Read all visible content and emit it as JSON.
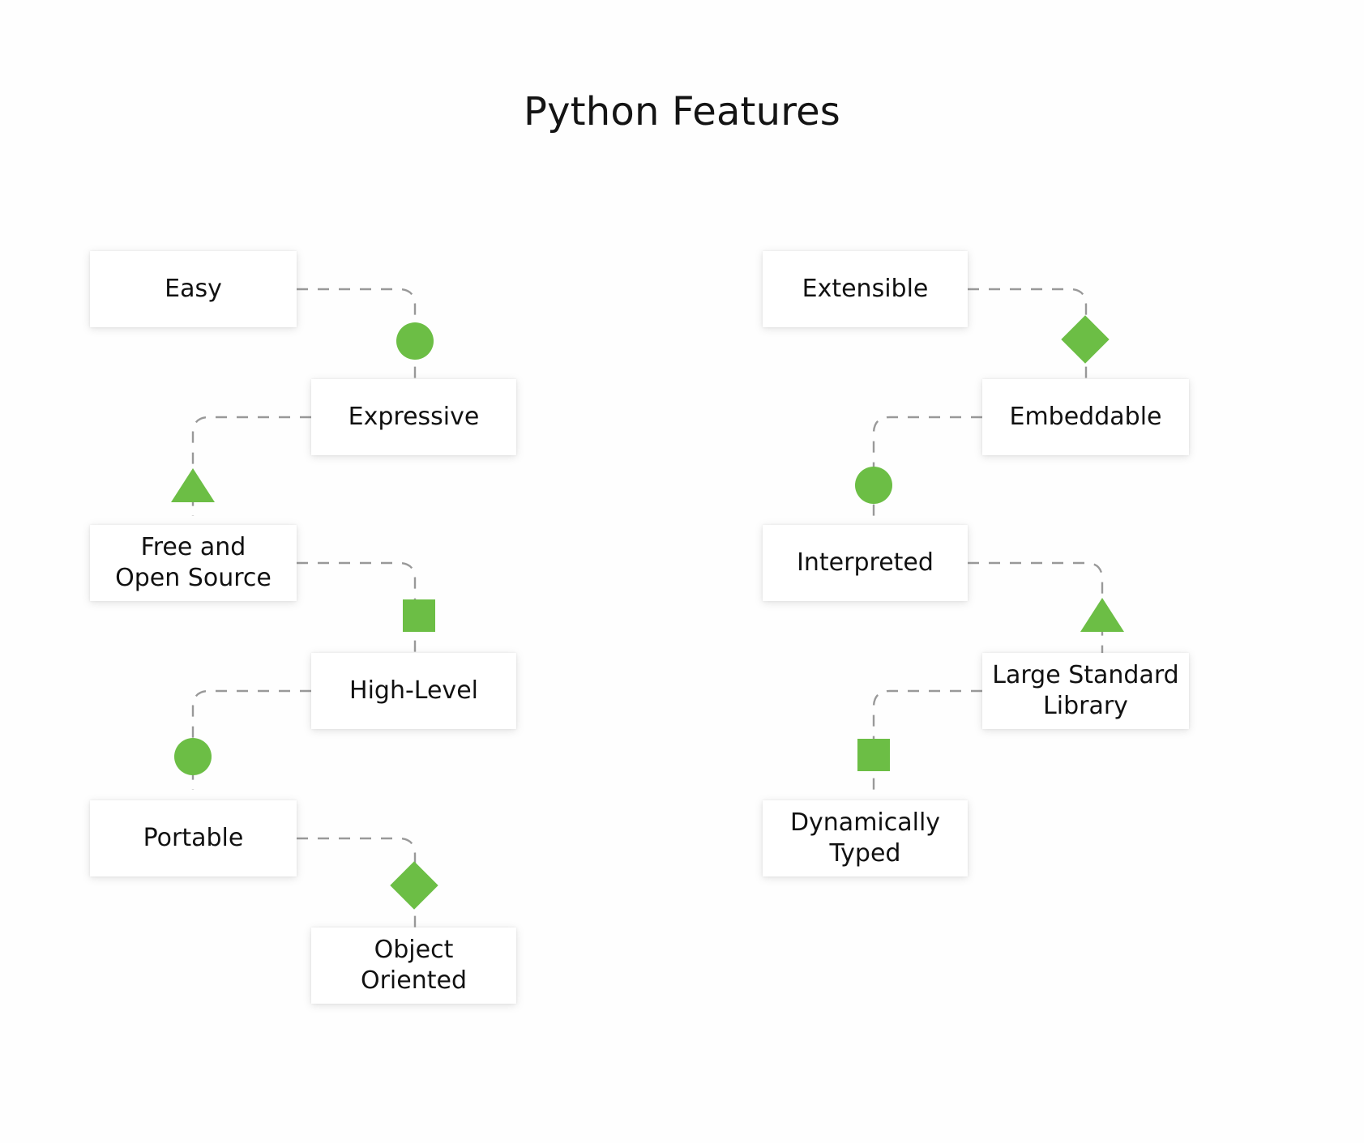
{
  "page": {
    "title": "Python Features",
    "background_color": "#fefefe",
    "accent_color": "#6cbe45",
    "connector_color": "#999999",
    "text_color": "#111111"
  },
  "diagram": {
    "type": "feature-map",
    "marker_shapes": [
      "circle",
      "triangle",
      "square",
      "diamond"
    ],
    "columns": [
      {
        "name": "left",
        "nodes": [
          {
            "id": "easy",
            "label": "Easy",
            "marker": "circle"
          },
          {
            "id": "expressive",
            "label": "Expressive",
            "marker": "triangle"
          },
          {
            "id": "free-and-open-source",
            "label": "Free and\nOpen Source",
            "marker": "square"
          },
          {
            "id": "high-level",
            "label": "High-Level",
            "marker": "circle"
          },
          {
            "id": "portable",
            "label": "Portable",
            "marker": "diamond"
          },
          {
            "id": "object-oriented",
            "label": "Object\nOriented",
            "marker": null
          }
        ]
      },
      {
        "name": "right",
        "nodes": [
          {
            "id": "extensible",
            "label": "Extensible",
            "marker": "diamond"
          },
          {
            "id": "embeddable",
            "label": "Embeddable",
            "marker": "circle"
          },
          {
            "id": "interpreted",
            "label": "Interpreted",
            "marker": "triangle"
          },
          {
            "id": "large-standard-library",
            "label": "Large Standard\nLibrary",
            "marker": "square"
          },
          {
            "id": "dynamically-typed",
            "label": "Dynamically\nTyped",
            "marker": null
          }
        ]
      }
    ]
  },
  "labels": {
    "easy": "Easy",
    "expressive": "Expressive",
    "free_and_open_source": "Free and\nOpen Source",
    "high_level": "High-Level",
    "portable": "Portable",
    "object_oriented": "Object\nOriented",
    "extensible": "Extensible",
    "embeddable": "Embeddable",
    "interpreted": "Interpreted",
    "large_standard_library": "Large Standard\nLibrary",
    "dynamically_typed": "Dynamically\nTyped"
  }
}
